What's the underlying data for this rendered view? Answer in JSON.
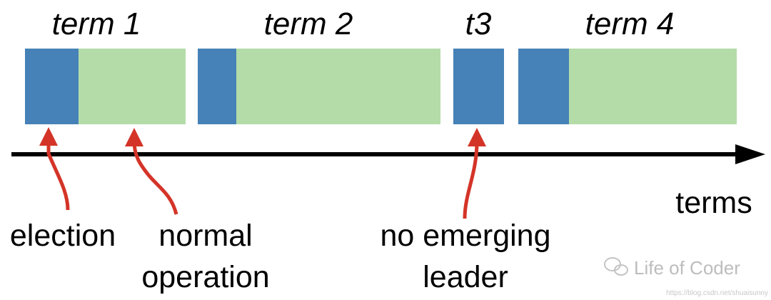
{
  "colors": {
    "election": "#4682B7",
    "normal_operation": "#B4DCA8",
    "timeline": "#000000",
    "callout_arrow": "#D43428",
    "text": "#000000",
    "watermark": "#BDBDBD"
  },
  "terms": [
    {
      "label": "term 1"
    },
    {
      "label": "term 2"
    },
    {
      "label": "t3"
    },
    {
      "label": "term 4"
    }
  ],
  "axis_label": "terms",
  "callouts": {
    "election": [
      "election"
    ],
    "normal_operation": [
      "normal",
      "operation"
    ],
    "no_leader": [
      "no emerging",
      "leader"
    ]
  },
  "watermark": {
    "brand": "Life of Coder",
    "url": "https://blog.csdn.net/shuaisunny"
  }
}
